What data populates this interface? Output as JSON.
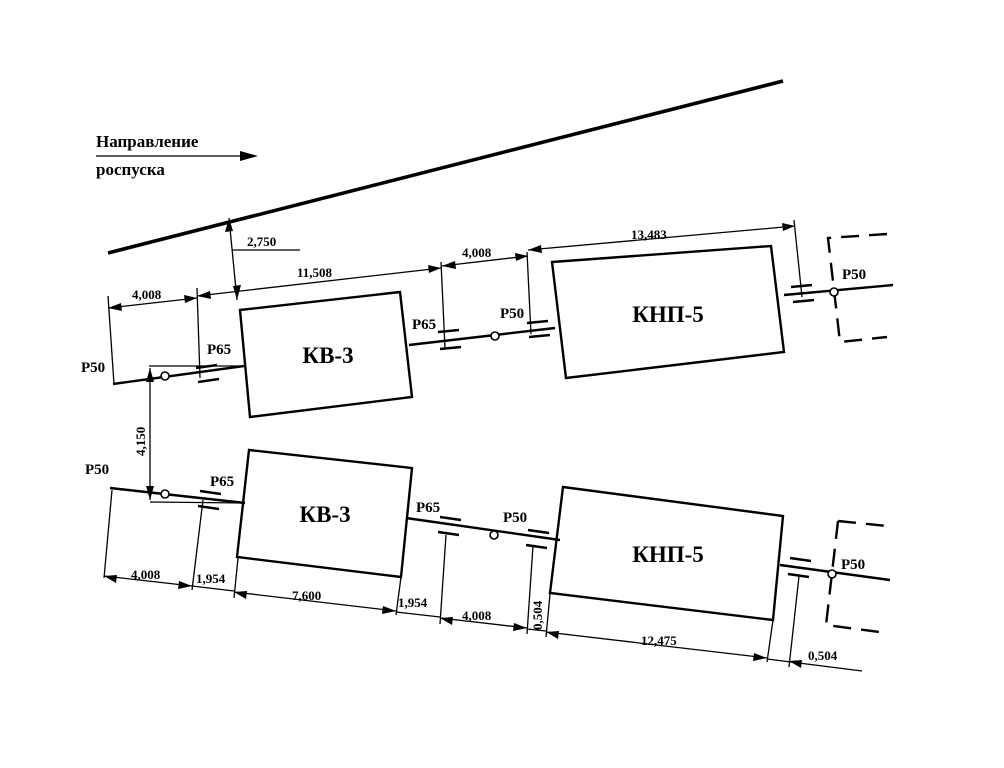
{
  "title": {
    "line1": "Направление",
    "line2": "роспуска"
  },
  "units": {
    "kv3_top": "КВ-3",
    "knp5_top": "КНП-5",
    "kv3_bottom": "КВ-3",
    "knp5_bottom": "КНП-5"
  },
  "rails": {
    "p50_top_left": "Р50",
    "p65_top_left": "Р65",
    "p65_top_mid": "Р65",
    "p50_top_mid": "Р50",
    "p50_top_right": "Р50",
    "p50_bottom_left": "Р50",
    "p65_bottom_left": "Р65",
    "p65_bottom_mid": "Р65",
    "p50_bottom_mid": "Р50",
    "p50_bottom_right": "Р50"
  },
  "dimensions": {
    "offset_from_track": "2,750",
    "top_left_gap": "4,008",
    "top_kv3_span": "11,508",
    "top_mid_gap": "4,008",
    "top_knp5_span": "13,483",
    "track_spacing": "4,150",
    "bottom_left_gap": "4,008",
    "bottom_joint_left": "1,954",
    "bottom_kv3_len": "7,600",
    "bottom_joint_right": "1,954",
    "bottom_mid_gap": "4,008",
    "bottom_joint_knp": "0,504",
    "bottom_knp5_len": "12,475",
    "bottom_end_gap": "0,504"
  }
}
